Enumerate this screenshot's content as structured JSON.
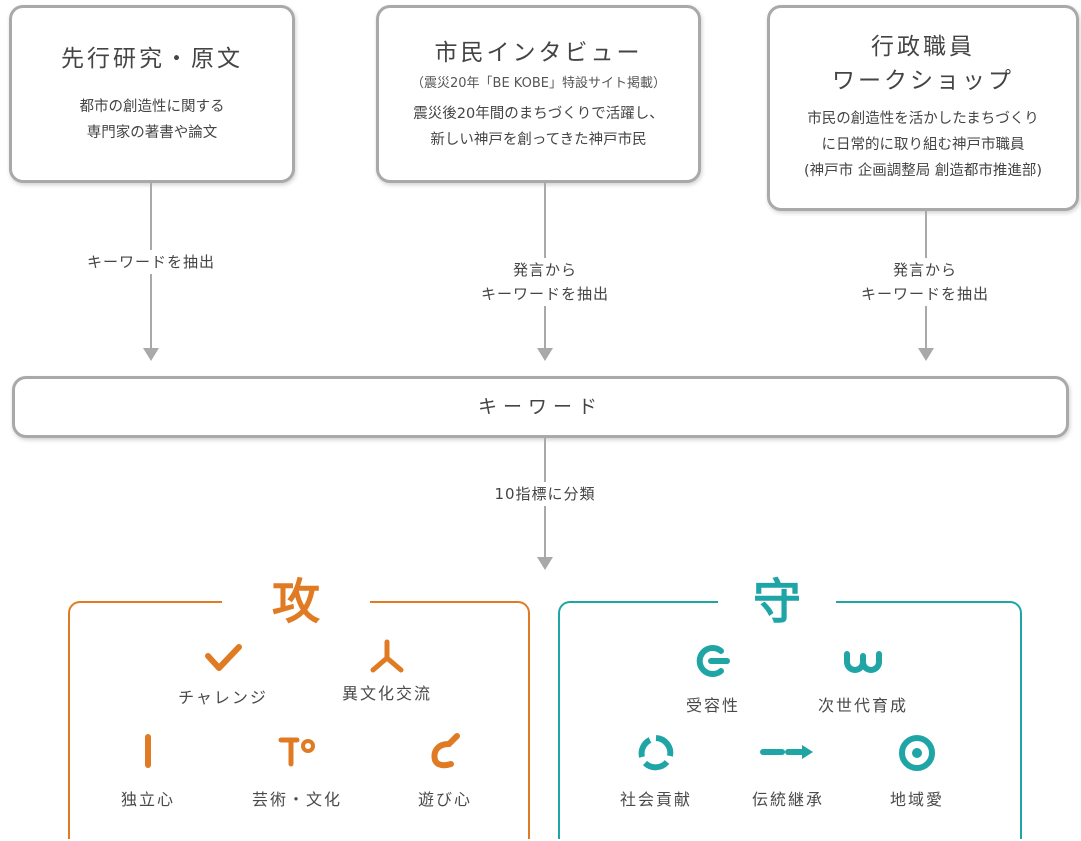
{
  "sources": [
    {
      "title_lines": [
        "先行研究・原文"
      ],
      "subtitle": "",
      "desc_lines": [
        "都市の創造性に関する",
        "専門家の著書や論文"
      ],
      "step_lines": [
        "キーワードを抽出"
      ]
    },
    {
      "title_lines": [
        "市民インタビュー"
      ],
      "subtitle": "（震災20年「BE KOBE」特設サイト掲載）",
      "desc_lines": [
        "震災後20年間のまちづくりで活躍し、",
        "新しい神戸を創ってきた神戸市民"
      ],
      "step_lines": [
        "発言から",
        "キーワードを抽出"
      ]
    },
    {
      "title_lines": [
        "行政職員",
        "ワークショップ"
      ],
      "subtitle": "",
      "desc_lines": [
        "市民の創造性を活かしたまちづくり",
        "に日常的に取り組む神戸市職員",
        "(神戸市 企画調整局 創造都市推進部)"
      ],
      "step_lines": [
        "発言から",
        "キーワードを抽出"
      ]
    }
  ],
  "keyword_bar": "キーワード",
  "classify_label": "10指標に分類",
  "groups": [
    {
      "title": "攻",
      "color": "#e07b24",
      "indicators": [
        {
          "label": "チャレンジ",
          "icon": "check-icon"
        },
        {
          "label": "異文化交流",
          "icon": "tripod-icon"
        },
        {
          "label": "独立心",
          "icon": "bar-icon"
        },
        {
          "label": "芸術・文化",
          "icon": "glyph-icon"
        },
        {
          "label": "遊び心",
          "icon": "hook-icon"
        }
      ]
    },
    {
      "title": "守",
      "color": "#1fa5a6",
      "indicators": [
        {
          "label": "受容性",
          "icon": "embrace-icon"
        },
        {
          "label": "次世代育成",
          "icon": "wave-icon"
        },
        {
          "label": "社会貢献",
          "icon": "cycle-icon"
        },
        {
          "label": "伝統継承",
          "icon": "relay-icon"
        },
        {
          "label": "地域愛",
          "icon": "target-icon"
        }
      ]
    }
  ]
}
